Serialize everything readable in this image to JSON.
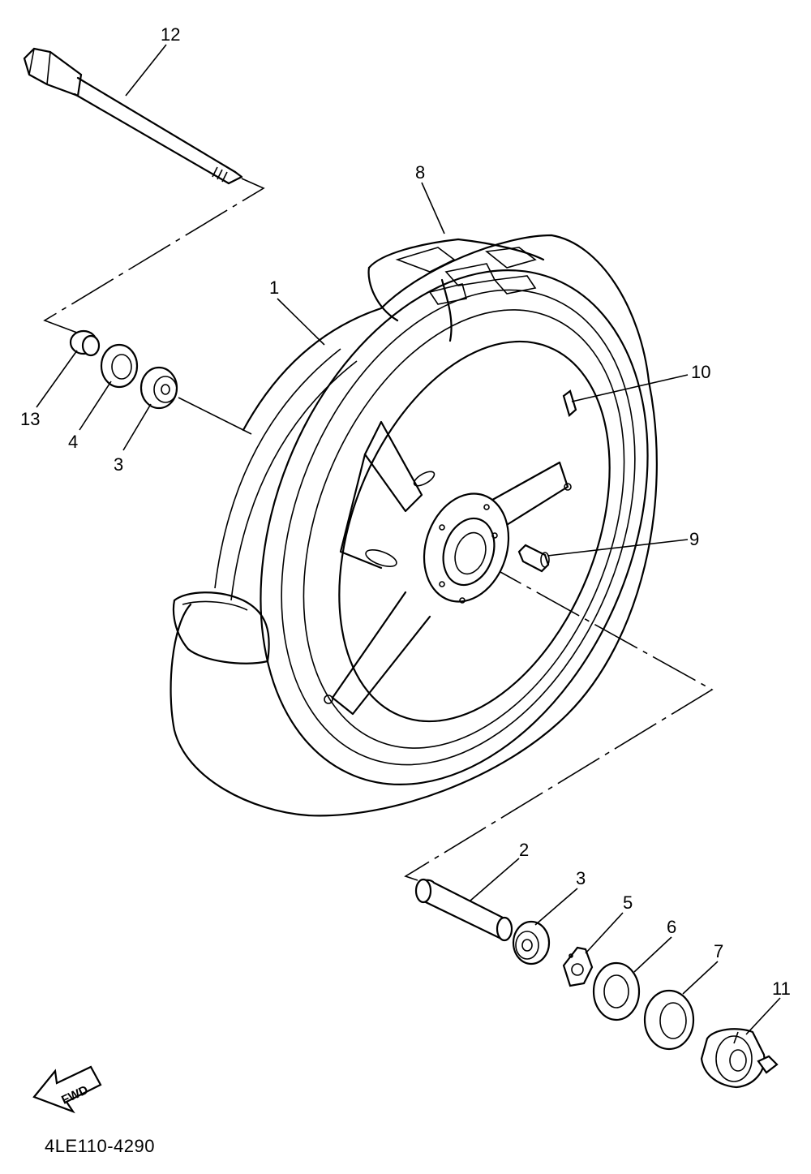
{
  "diagram": {
    "part_code": "4LE110-4290",
    "fwd_label": "FWD",
    "callouts": [
      "12",
      "8",
      "1",
      "10",
      "13",
      "4",
      "3",
      "9",
      "2",
      "3",
      "5",
      "6",
      "7",
      "11"
    ]
  }
}
